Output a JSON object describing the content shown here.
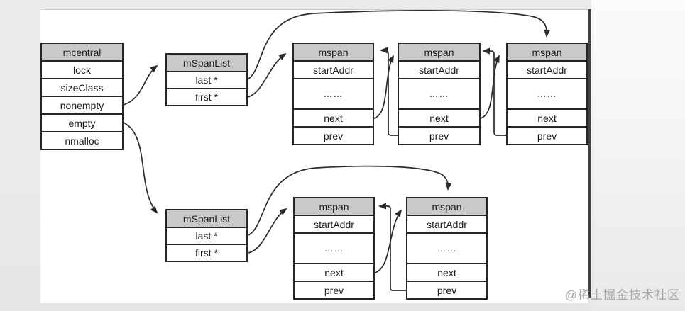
{
  "nodes": {
    "mcentral": {
      "title": "mcentral",
      "rows": [
        "lock",
        "sizeClass",
        "nonempty",
        "empty",
        "nmalloc"
      ]
    },
    "mspanlist_top": {
      "title": "mSpanList",
      "rows": [
        "last *",
        "first *"
      ]
    },
    "mspanlist_bottom": {
      "title": "mSpanList",
      "rows": [
        "last *",
        "first *"
      ]
    },
    "mspan_top_1": {
      "title": "mspan",
      "rows": [
        "startAddr",
        "……",
        "next",
        "prev"
      ]
    },
    "mspan_top_2": {
      "title": "mspan",
      "rows": [
        "startAddr",
        "……",
        "next",
        "prev"
      ]
    },
    "mspan_top_3": {
      "title": "mspan",
      "rows": [
        "startAddr",
        "……",
        "next",
        "prev"
      ]
    },
    "mspan_bottom_1": {
      "title": "mspan",
      "rows": [
        "startAddr",
        "……",
        "next",
        "prev"
      ]
    },
    "mspan_bottom_2": {
      "title": "mspan",
      "rows": [
        "startAddr",
        "……",
        "next",
        "prev"
      ]
    }
  },
  "edges": [
    "mcentral.nonempty -> mspanlist_top",
    "mcentral.empty -> mspanlist_bottom",
    "mspanlist_top.first -> mspan_top_1",
    "mspanlist_top.last -> mspan_top_3",
    "mspan_top_1.next -> mspan_top_2",
    "mspan_top_2.prev -> mspan_top_1",
    "mspan_top_2.next -> mspan_top_3",
    "mspan_top_3.prev -> mspan_top_2",
    "mspanlist_bottom.first -> mspan_bottom_1",
    "mspanlist_bottom.last -> mspan_bottom_2",
    "mspan_bottom_1.next -> mspan_bottom_2",
    "mspan_bottom_2.prev -> mspan_bottom_1"
  ],
  "watermark": "@稀土掘金技术社区",
  "colors": {
    "header_fill": "#c9c9c9",
    "border": "#262626",
    "arrow": "#2b2b2b",
    "canvas": "#ffffff",
    "background": "#eaeaea",
    "edge_bar": "#424242",
    "watermark_text": "#a6a6a6"
  }
}
